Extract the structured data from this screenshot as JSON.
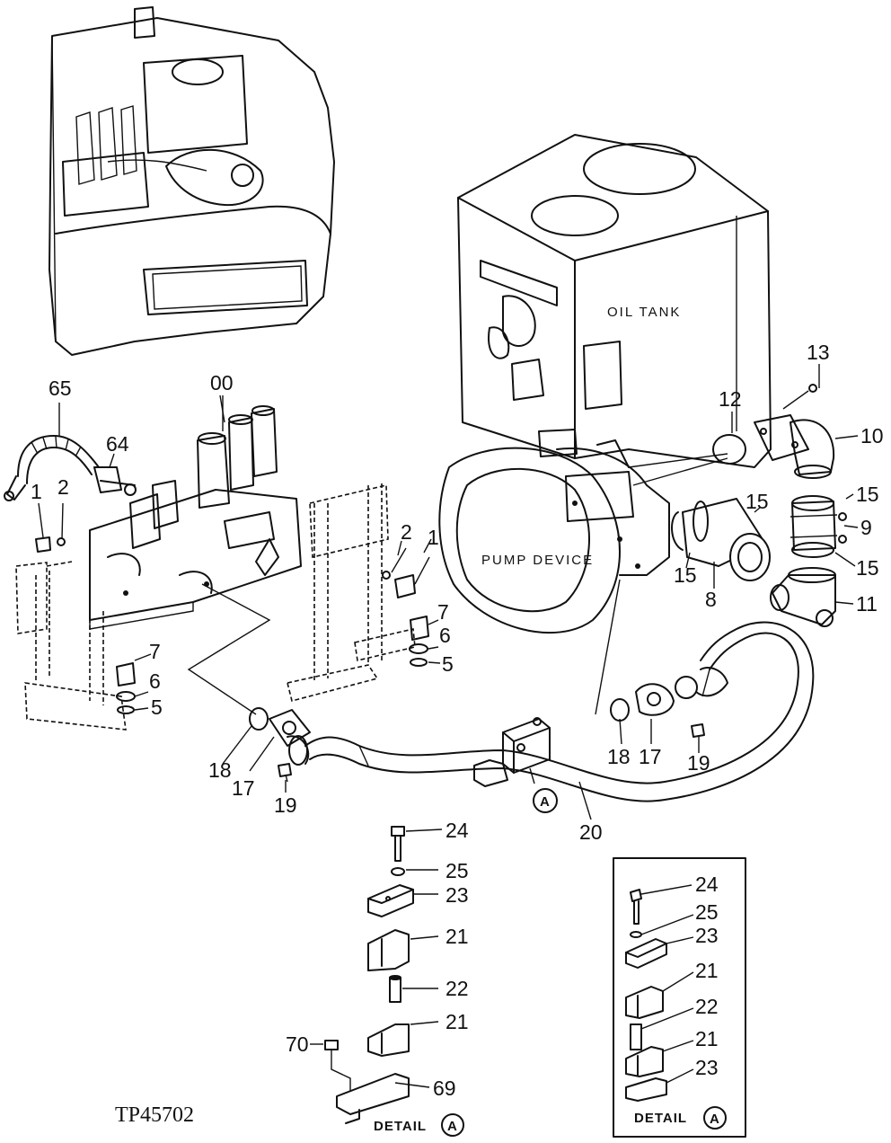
{
  "captions": {
    "oil_tank": "OIL TANK",
    "pump_device": "PUMP DEVICE"
  },
  "callouts": {
    "c1a": "1",
    "c2a": "2",
    "c1b": "1",
    "c2b": "2",
    "c65": "65",
    "c64": "64",
    "c00": "00",
    "c13": "13",
    "c12": "12",
    "c10": "10",
    "c15a": "15",
    "c15b": "15",
    "c15c": "15",
    "c15d": "15",
    "c9": "9",
    "c8": "8",
    "c11": "11",
    "c7a": "7",
    "c6a": "6",
    "c5a": "5",
    "c7b": "7",
    "c6b": "6",
    "c5b": "5",
    "c18a": "18",
    "c17a": "17",
    "c19a": "19",
    "c18b": "18",
    "c17b": "17",
    "c19b": "19",
    "c20": "20",
    "c24a": "24",
    "c25a": "25",
    "c23a": "23",
    "c21a": "21",
    "c22a": "22",
    "c21b": "21",
    "c70": "70",
    "c69": "69",
    "c24b": "24",
    "c25b": "25",
    "c23b": "23",
    "c21c": "21",
    "c22b": "22",
    "c21d": "21",
    "c23c": "23"
  },
  "detail": {
    "label_1": "DETAIL",
    "label_2": "DETAIL",
    "marker": "A"
  },
  "drawing_code": "TP45702"
}
